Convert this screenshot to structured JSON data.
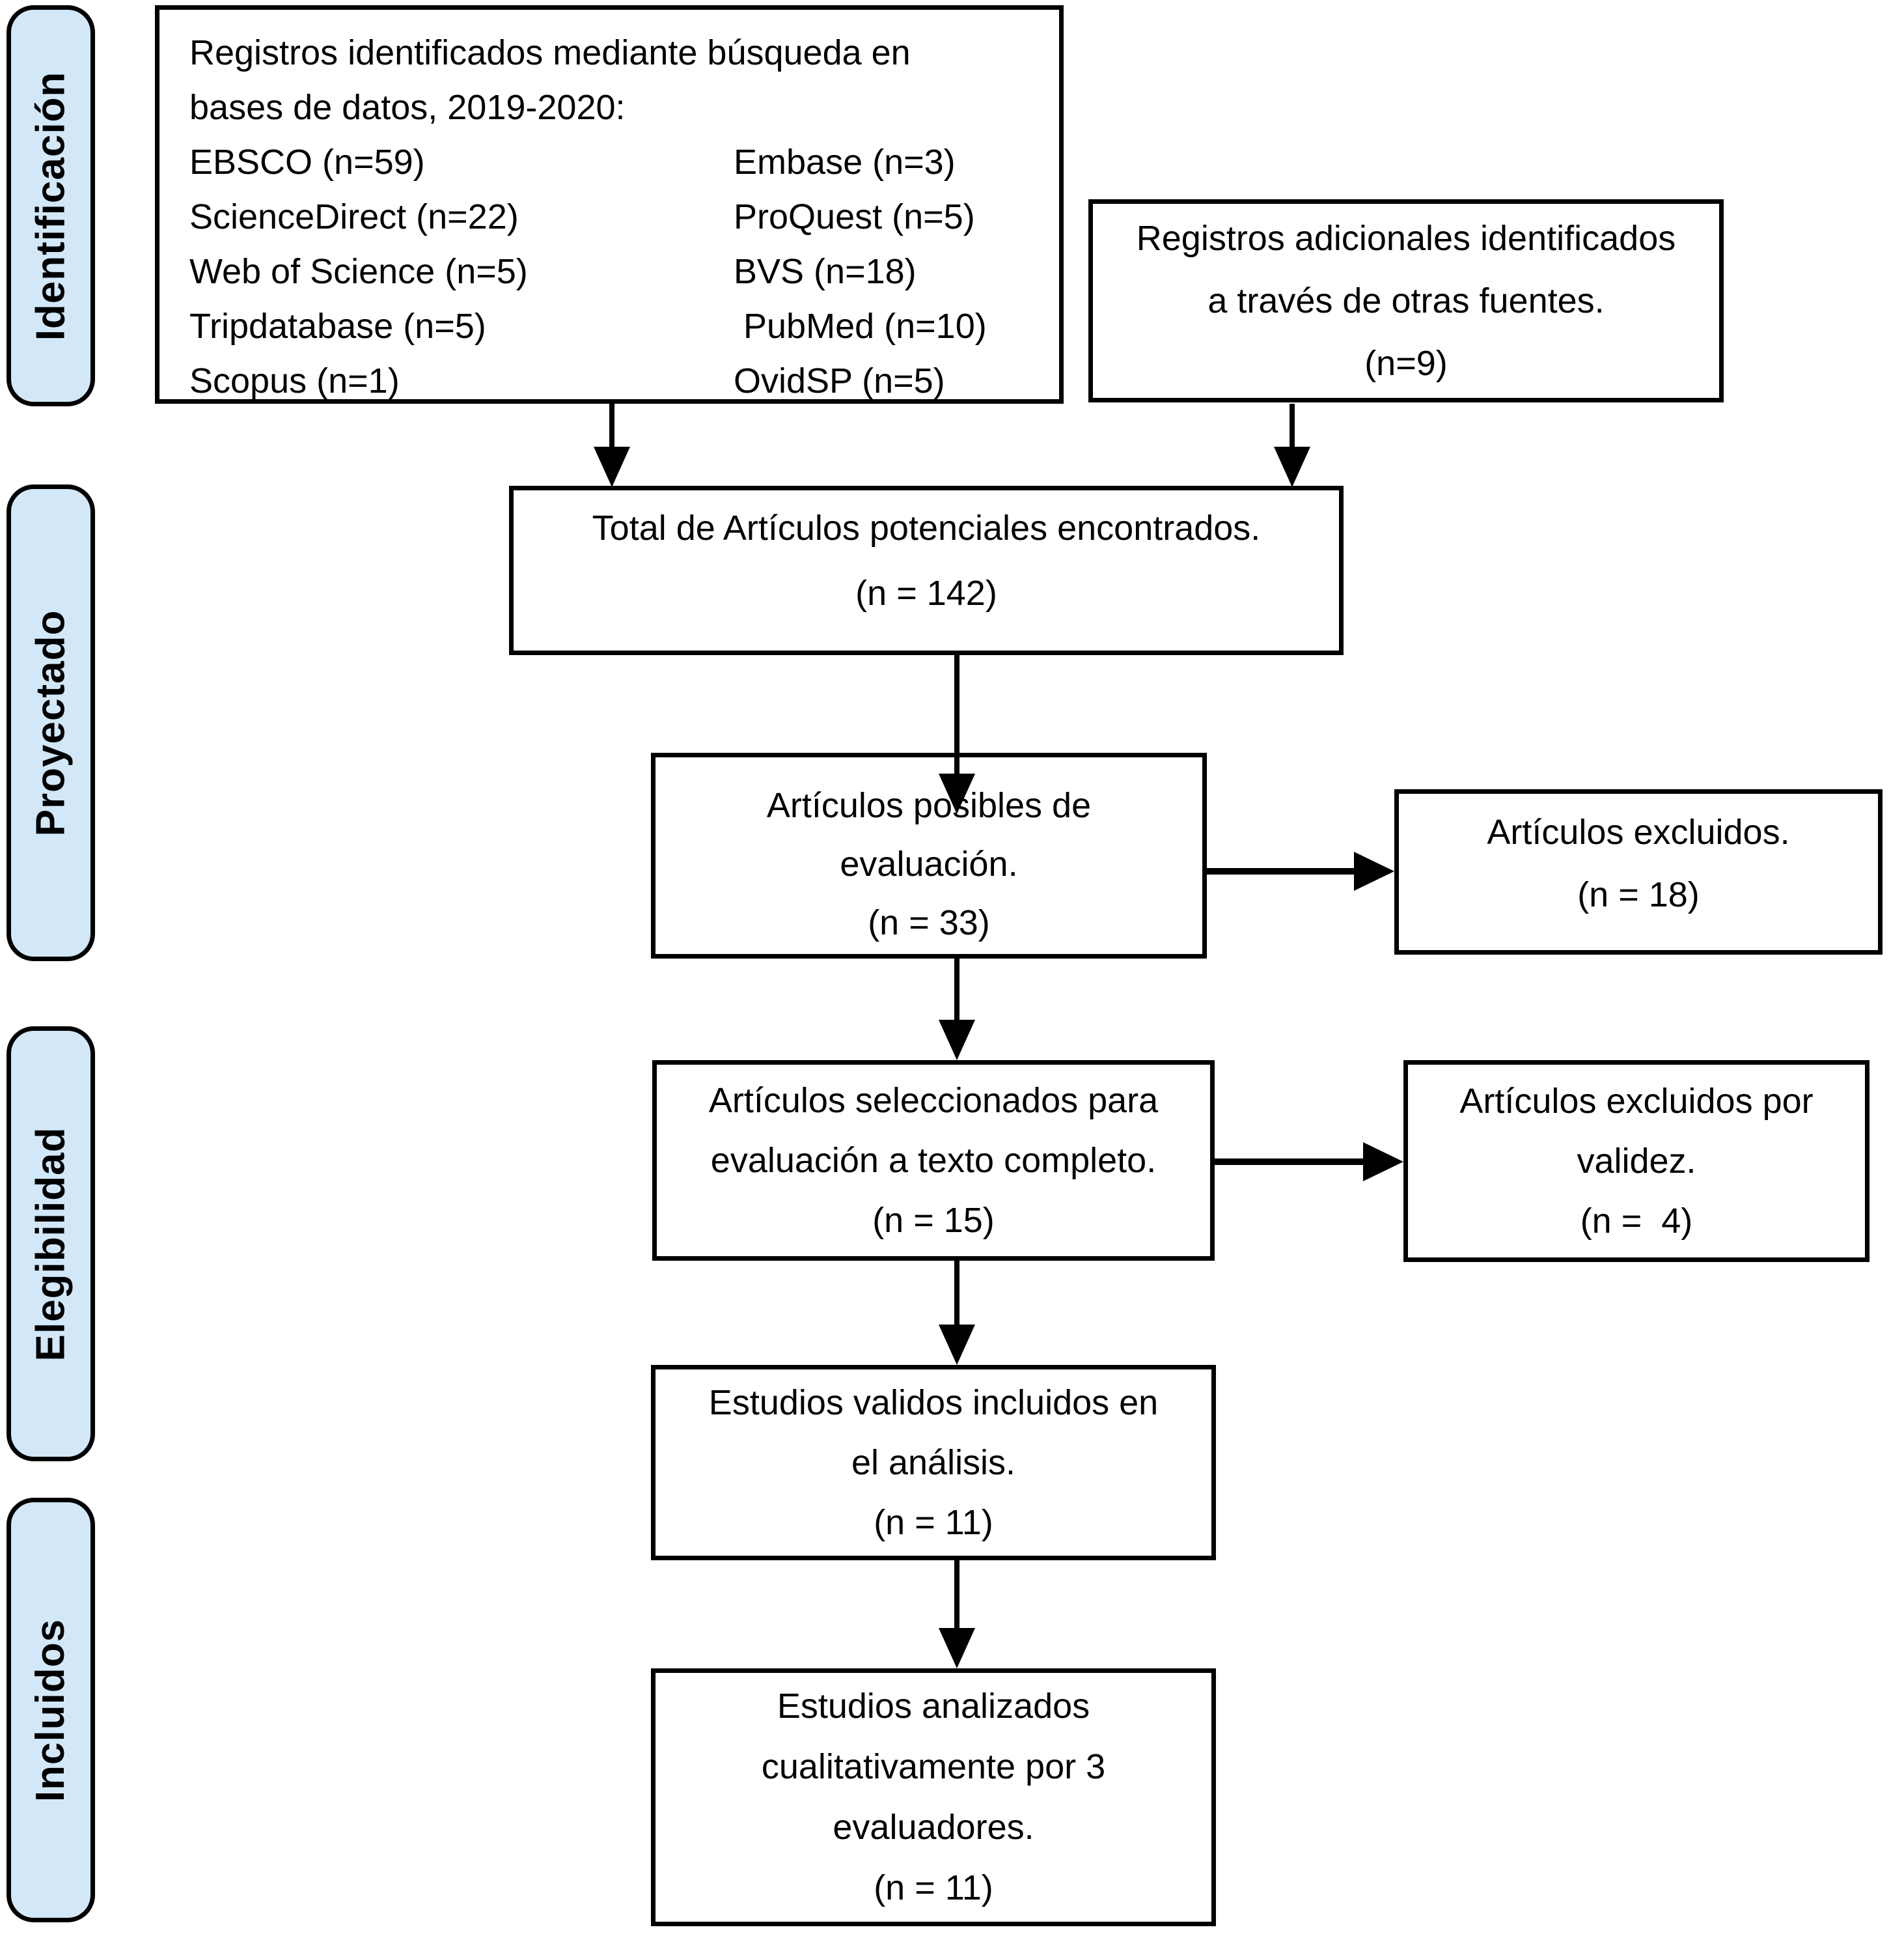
{
  "colors": {
    "stage_fill": "#d2e8f8",
    "box_fill": "#ffffff",
    "line_color": "#000000"
  },
  "sidebar": {
    "labels": [
      "Identificación",
      "Proyectado",
      "Elegibilidad",
      "Incluidos"
    ]
  },
  "boxes": {
    "identified": {
      "title": [
        "Registros identificados mediante búsqueda en",
        "bases de datos, 2019-2020:"
      ],
      "databases_col1": [
        "EBSCO (n=59)",
        "ScienceDirect (n=22)",
        "Web of Science (n=5)",
        "Tripdatabase (n=5)",
        "Scopus (n=1)"
      ],
      "databases_col2": [
        "Embase (n=3)",
        "ProQuest (n=5)",
        "BVS (n=18)",
        " PubMed (n=10)",
        "OvidSP (n=5)"
      ]
    },
    "additional": {
      "lines": [
        "Registros adicionales identificados",
        "a través de otras fuentes.",
        "(n=9)"
      ]
    },
    "total": {
      "lines": [
        "Total de Artículos potenciales encontrados.",
        "(n = 142)"
      ]
    },
    "possible": {
      "lines": [
        "Artículos posibles de",
        "evaluación.",
        "(n = 33)"
      ]
    },
    "excluded": {
      "lines": [
        "Artículos excluidos.",
        "(n = 18)"
      ]
    },
    "selected": {
      "lines": [
        "Artículos seleccionados para",
        "evaluación a texto completo.",
        "(n = 15)"
      ]
    },
    "excluded_validity": {
      "lines": [
        "Artículos excluidos por",
        "validez.",
        "(n =  4)"
      ]
    },
    "valid": {
      "lines": [
        "Estudios validos incluidos en",
        "el análisis.",
        "(n = 11)"
      ]
    },
    "qualitative": {
      "lines": [
        "Estudios analizados",
        "cualitativamente por 3",
        "evaluadores.",
        "(n = 11)"
      ]
    }
  }
}
